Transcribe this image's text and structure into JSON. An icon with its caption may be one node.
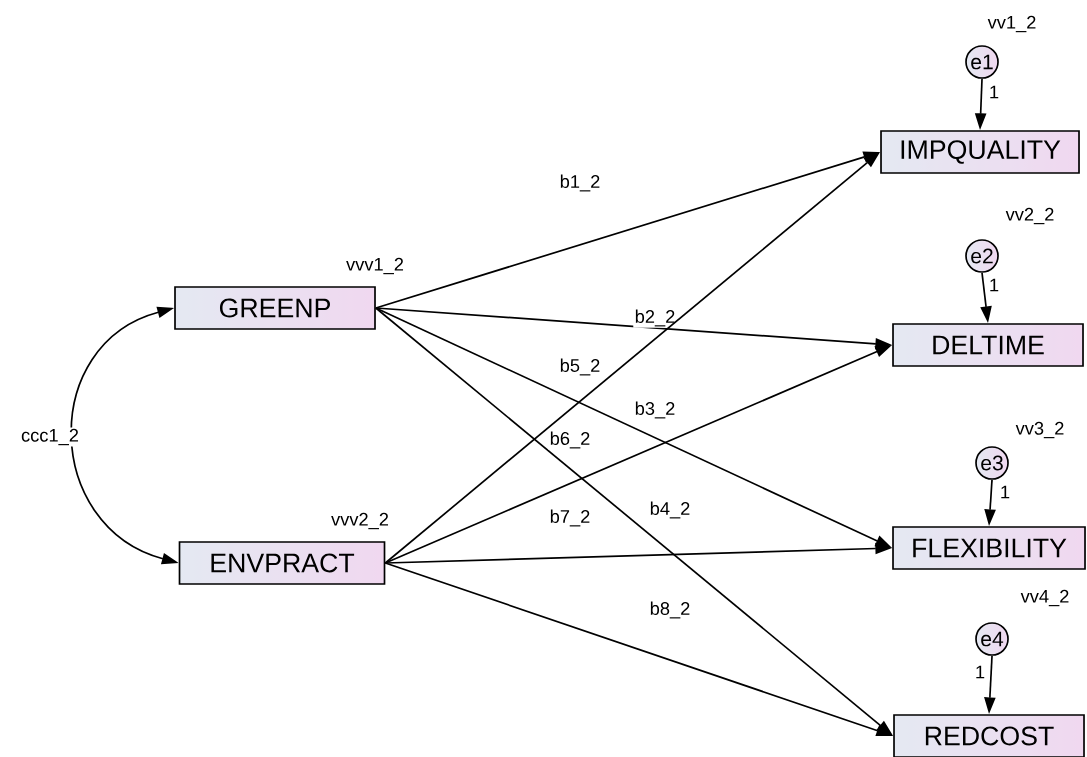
{
  "diagram": {
    "nodes": [
      {
        "text": [
          "GREENP"
        ],
        "beside": [
          "vvv1_2"
        ]
      },
      {
        "text": [
          "ENVPRACT"
        ],
        "beside": [
          "vvv2_2"
        ]
      },
      {
        "text": [
          "IMPQUALITY"
        ]
      },
      {
        "text": [
          "DELTIME"
        ]
      },
      {
        "text": [
          "FLEXIBILITY"
        ]
      },
      {
        "text": [
          "REDCOST"
        ]
      },
      {
        "text": [
          "e1"
        ],
        "beside": [
          "vv1_2"
        ]
      },
      {
        "text": [
          "e2"
        ],
        "beside": [
          "vv2_2"
        ]
      },
      {
        "text": [
          "e3"
        ],
        "beside": [
          "vv3_2"
        ]
      },
      {
        "text": [
          "e4"
        ],
        "beside": [
          "vv4_2"
        ]
      }
    ],
    "edges": [
      {
        "from": 0,
        "to": 2,
        "arrow": "to",
        "label": "b1_2"
      },
      {
        "from": 0,
        "to": 3,
        "arrow": "to",
        "label": "b2_2"
      },
      {
        "from": 0,
        "to": 4,
        "arrow": "to",
        "label": "b3_2"
      },
      {
        "from": 0,
        "to": 5,
        "arrow": "to",
        "label": "b4_2"
      },
      {
        "from": 1,
        "to": 2,
        "arrow": "to",
        "label": "b5_2"
      },
      {
        "from": 1,
        "to": 3,
        "arrow": "to",
        "label": "b6_2"
      },
      {
        "from": 1,
        "to": 4,
        "arrow": "to",
        "label": "b7_2"
      },
      {
        "from": 1,
        "to": 5,
        "arrow": "to",
        "label": "b8_2"
      },
      {
        "from": 0,
        "to": 1,
        "arrow": "both",
        "label": "ccc1_2"
      },
      {
        "from": 6,
        "to": 2,
        "arrow": "to",
        "label": "1"
      },
      {
        "from": 7,
        "to": 3,
        "arrow": "to",
        "label": "1"
      },
      {
        "from": 8,
        "to": 4,
        "arrow": "to",
        "label": "1"
      },
      {
        "from": 9,
        "to": 5,
        "arrow": "to",
        "label": "1"
      }
    ]
  }
}
